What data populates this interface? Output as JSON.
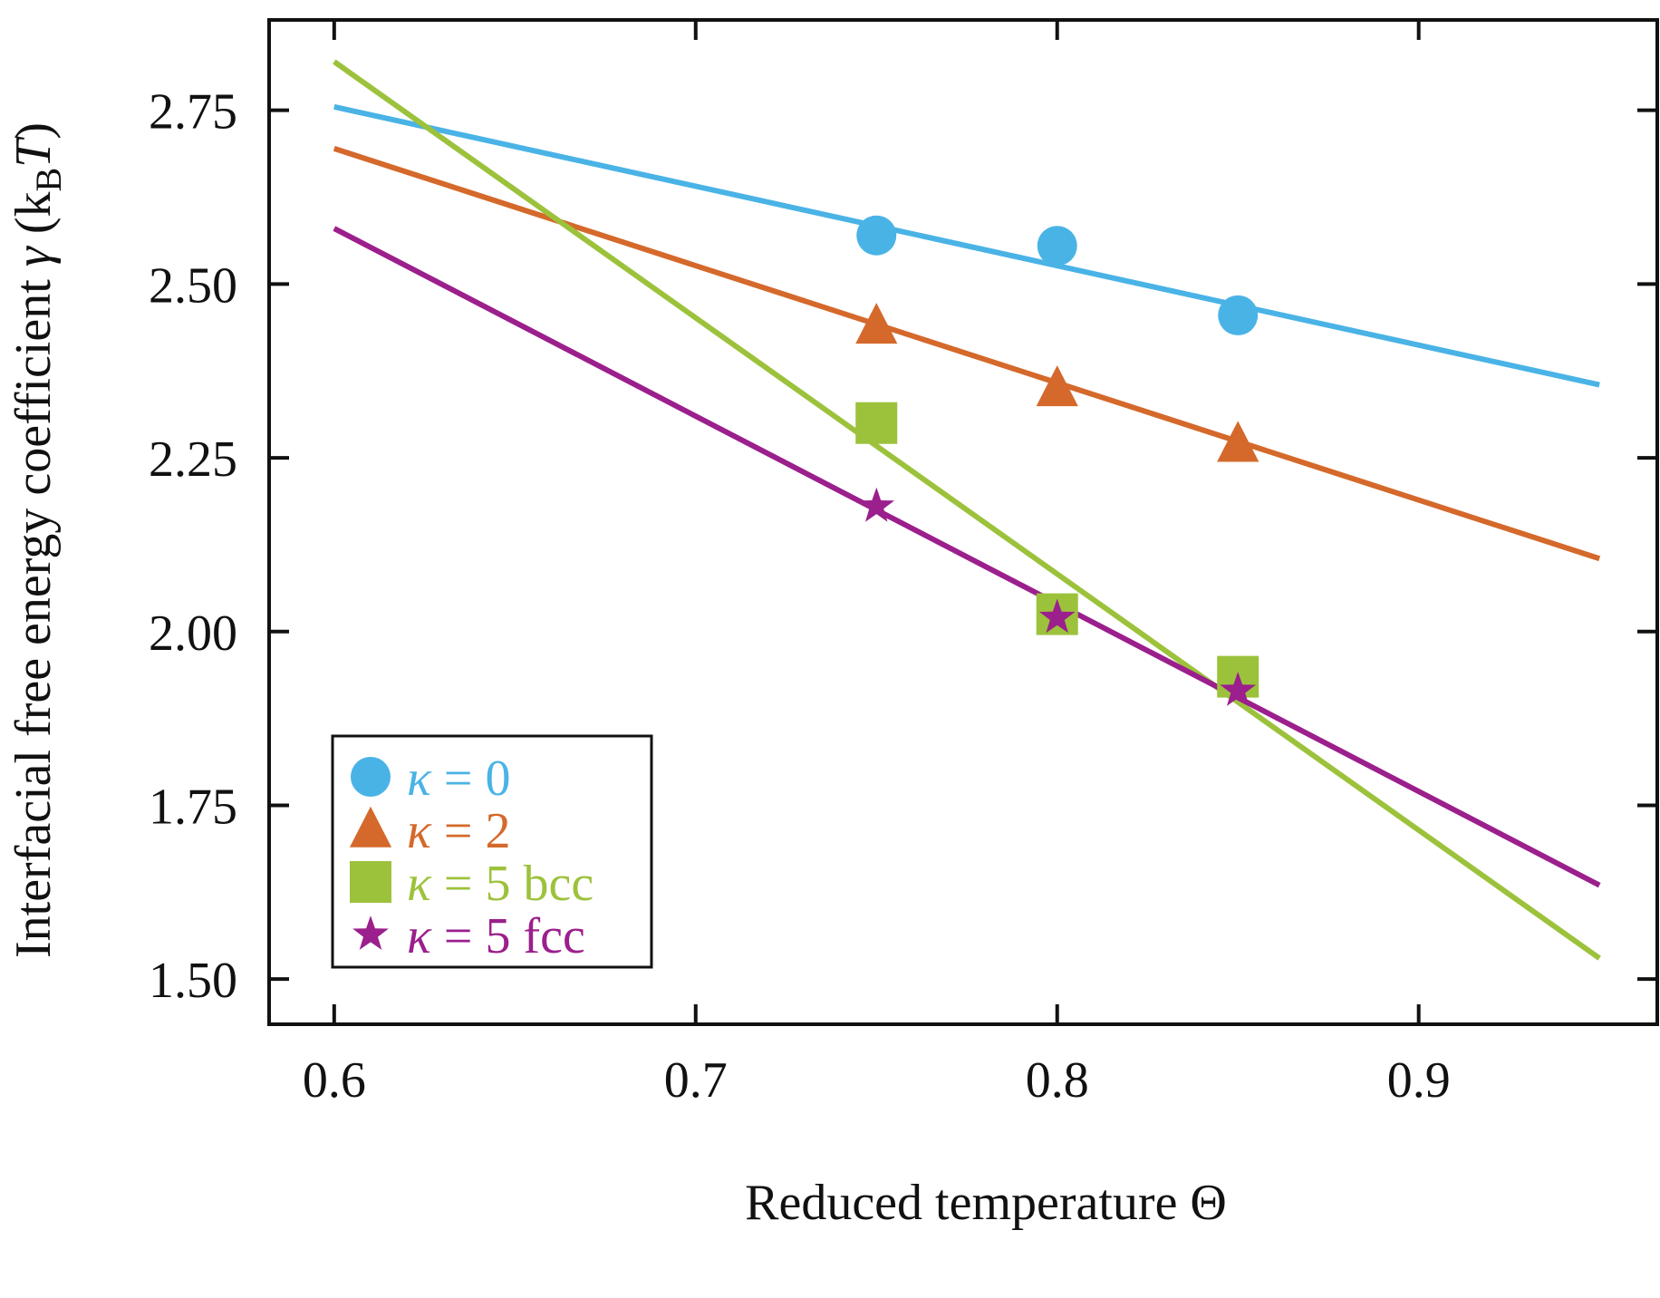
{
  "chart_data": {
    "type": "scatter",
    "xlabel": "Reduced temperature Θ",
    "ylabel": {
      "prefix": "Interfacial free energy coefficient ",
      "gamma": "γ",
      "open": " (k",
      "sub": "B",
      "T": "T",
      "close": ")"
    },
    "xlim": [
      0.582,
      0.966
    ],
    "ylim": [
      1.435,
      2.88
    ],
    "xticks": [
      0.6,
      0.7,
      0.8,
      0.9
    ],
    "xtick_labels": [
      "0.6",
      "0.7",
      "0.8",
      "0.9"
    ],
    "yticks": [
      1.5,
      1.75,
      2.0,
      2.25,
      2.5,
      2.75
    ],
    "ytick_labels": [
      "1.50",
      "1.75",
      "2.00",
      "2.25",
      "2.50",
      "2.75"
    ],
    "grid": false,
    "legend_position": "bottom-left",
    "series": [
      {
        "name": "κ = 0",
        "kappa": "κ",
        "rest": " = 0",
        "color": "#4ab3e6",
        "marker": "circle",
        "x": [
          0.75,
          0.8,
          0.85
        ],
        "y": [
          2.57,
          2.555,
          2.455
        ],
        "fit_x": [
          0.6,
          0.95
        ],
        "fit_y": [
          2.755,
          2.355
        ]
      },
      {
        "name": "κ = 2",
        "kappa": "κ",
        "rest": " = 2",
        "color": "#d4692b",
        "marker": "triangle",
        "x": [
          0.75,
          0.8,
          0.85
        ],
        "y": [
          2.44,
          2.35,
          2.27
        ],
        "fit_x": [
          0.6,
          0.95
        ],
        "fit_y": [
          2.695,
          2.105
        ]
      },
      {
        "name": "κ = 5 bcc",
        "kappa": "κ",
        "rest": " = 5 bcc",
        "color": "#9cc23c",
        "marker": "square",
        "x": [
          0.75,
          0.8,
          0.85
        ],
        "y": [
          2.3,
          2.025,
          1.935
        ],
        "fit_x": [
          0.6,
          0.95
        ],
        "fit_y": [
          2.82,
          1.53
        ]
      },
      {
        "name": "κ = 5 fcc",
        "kappa": "κ",
        "rest": " = 5 fcc",
        "color": "#9b1f8c",
        "marker": "star",
        "x": [
          0.75,
          0.8,
          0.85
        ],
        "y": [
          2.18,
          2.02,
          1.915
        ],
        "fit_x": [
          0.6,
          0.95
        ],
        "fit_y": [
          2.58,
          1.635
        ]
      }
    ]
  }
}
